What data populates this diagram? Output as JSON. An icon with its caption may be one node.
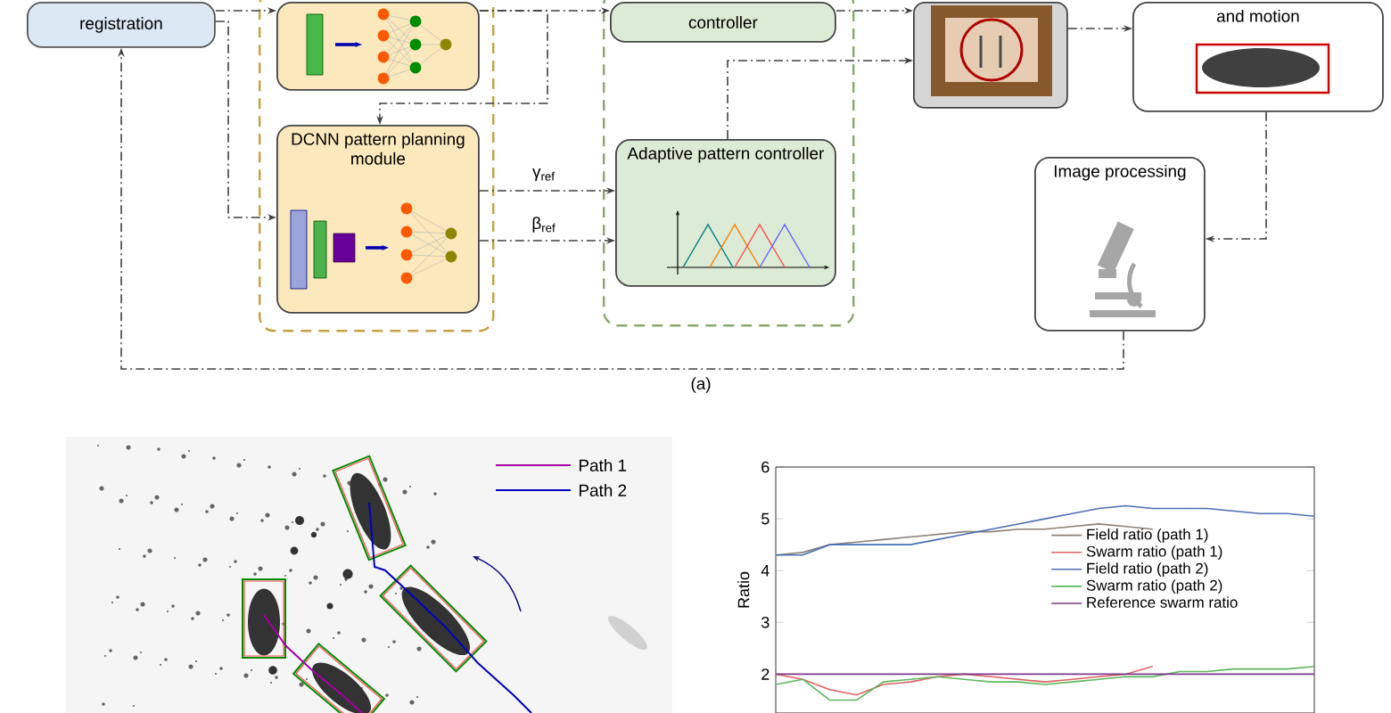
{
  "diagram": {
    "nodes": [
      {
        "text": [
          "registration"
        ]
      },
      {
        "text": [],
        "shape": "box"
      },
      {
        "text": [],
        "shape": "box",
        "in": 1
      },
      {
        "text": [
          "DCNN pattern planning module"
        ],
        "in": 1
      },
      {
        "text": [],
        "shape": "box"
      },
      {
        "text": [
          "controller"
        ],
        "in": 4
      },
      {
        "text": [
          "Adaptive pattern controller"
        ],
        "in": 4
      },
      {
        "text": [],
        "shape": "picture"
      },
      {
        "text": [
          "and motion"
        ]
      },
      {
        "text": [
          "Image processing"
        ]
      }
    ],
    "edges": [
      {
        "from": 0,
        "to": 2,
        "arrow": "to"
      },
      {
        "from": 0,
        "to": 3,
        "arrow": "to"
      },
      {
        "from": 2,
        "to": 3,
        "arrow": "to"
      },
      {
        "from": 2,
        "to": 5,
        "arrow": "to"
      },
      {
        "from": 3,
        "to": 6,
        "arrow": "to",
        "label": "γ$_{ref}$"
      },
      {
        "from": 3,
        "to": 6,
        "arrow": "to",
        "label": "β$_{ref}$"
      },
      {
        "from": 5,
        "to": 7,
        "arrow": "to"
      },
      {
        "from": 6,
        "to": 7,
        "arrow": "to"
      },
      {
        "from": 7,
        "to": 8,
        "arrow": "to"
      },
      {
        "from": 8,
        "to": 9,
        "arrow": "to"
      },
      {
        "from": 9,
        "to": 0,
        "arrow": "to"
      }
    ],
    "labels": [
      "(a)"
    ],
    "legend": [
      {
        "text": "Path 1"
      },
      {
        "text": "Path 2"
      }
    ],
    "chart_data": {
      "type": "line",
      "ylabel": "Ratio",
      "categories": [
        null,
        null,
        null,
        null,
        null,
        null,
        null,
        null,
        null,
        null,
        null,
        null,
        null,
        null,
        null,
        null,
        null,
        null,
        null,
        null,
        null
      ],
      "ylim": [
        1.25,
        6
      ],
      "legend": "center right",
      "yticks": [
        2,
        3,
        4,
        5,
        6
      ],
      "series": [
        {
          "name": "Field ratio (path 1)",
          "color": "#8a8078",
          "values": [
            4.3,
            4.35,
            4.5,
            4.55,
            4.6,
            4.65,
            4.7,
            4.75,
            4.75,
            4.8,
            4.8,
            4.85,
            4.9,
            4.85,
            4.8,
            null,
            null,
            null,
            null,
            null,
            null
          ]
        },
        {
          "name": "Swarm ratio (path 1)",
          "color": "#e06060",
          "values": [
            2.0,
            1.9,
            1.7,
            1.6,
            1.8,
            1.85,
            1.95,
            2.0,
            1.95,
            1.9,
            1.85,
            1.9,
            1.95,
            2.0,
            2.15,
            null,
            null,
            null,
            null,
            null,
            null
          ]
        },
        {
          "name": "Field ratio (path 2)",
          "color": "#4a6fb5",
          "values": [
            4.3,
            4.3,
            4.5,
            4.5,
            4.5,
            4.5,
            4.6,
            4.7,
            4.8,
            4.9,
            5.0,
            5.1,
            5.2,
            5.25,
            5.2,
            5.2,
            5.2,
            5.15,
            5.1,
            5.1,
            5.05
          ]
        },
        {
          "name": "Swarm ratio (path 2)",
          "color": "#5cb85c",
          "values": [
            1.8,
            1.9,
            1.5,
            1.5,
            1.85,
            1.9,
            1.95,
            1.9,
            1.85,
            1.85,
            1.8,
            1.85,
            1.9,
            1.95,
            1.95,
            2.05,
            2.05,
            2.1,
            2.1,
            2.1,
            2.15
          ]
        },
        {
          "name": "Reference swarm ratio",
          "color": "#7a3a8a",
          "values": [
            2,
            2,
            2,
            2,
            2,
            2,
            2,
            2,
            2,
            2,
            2,
            2,
            2,
            2,
            2,
            2,
            2,
            2,
            2,
            2,
            2
          ]
        }
      ]
    }
  }
}
